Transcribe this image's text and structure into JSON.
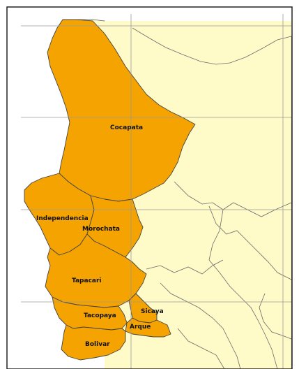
{
  "map": {
    "colors": {
      "background": "#ffffff",
      "neighbor_fill": "#fffbc8",
      "province_fill": "#f5a300",
      "border": "#444444",
      "grid": "#9a9a9a",
      "frame": "#222222"
    },
    "regions": [
      {
        "id": "cocapata",
        "label": "Cocapata"
      },
      {
        "id": "independencia",
        "label": "Independencia"
      },
      {
        "id": "morochata",
        "label": "Morochata"
      },
      {
        "id": "tapacari",
        "label": "Tapacari"
      },
      {
        "id": "tacopaya",
        "label": "Tacopaya"
      },
      {
        "id": "sicaya",
        "label": "Sicaya"
      },
      {
        "id": "arque",
        "label": "Arque"
      },
      {
        "id": "bolivar",
        "label": "Bolivar"
      }
    ]
  }
}
